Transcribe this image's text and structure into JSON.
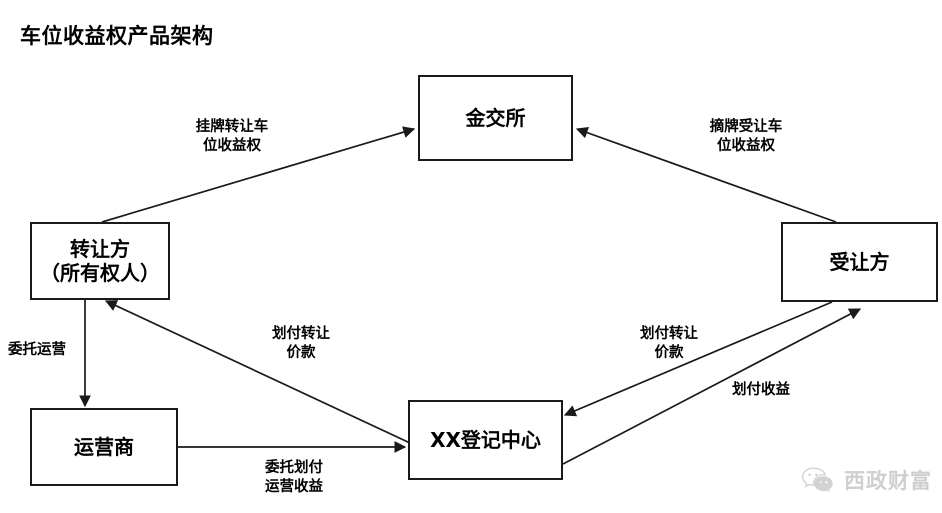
{
  "title": "车位收益权产品架构",
  "nodes": [
    {
      "id": "exchange",
      "label": "金交所"
    },
    {
      "id": "transferor",
      "label": "转让方\n（所有权人）"
    },
    {
      "id": "transferee",
      "label": "受让方"
    },
    {
      "id": "operator",
      "label": "运营商"
    },
    {
      "id": "registry",
      "label": "XX登记中心"
    }
  ],
  "edge_labels": [
    {
      "id": "listing",
      "text": "挂牌转让车\n位收益权"
    },
    {
      "id": "delisting",
      "text": "摘牌受让车\n位收益权"
    },
    {
      "id": "entrust-operate",
      "text": "委托运营"
    },
    {
      "id": "pay-price-left",
      "text": "划付转让\n价款"
    },
    {
      "id": "pay-price-right",
      "text": "划付转让\n价款"
    },
    {
      "id": "pay-income",
      "text": "划付收益"
    },
    {
      "id": "entrust-pay",
      "text": "委托划付\n运营收益"
    }
  ],
  "watermark": {
    "text": "西政财富",
    "icon": "wechat-icon",
    "color": "#cfcfcf"
  },
  "theme": {
    "stroke": "#1a1a1a",
    "background": "#ffffff",
    "text": "#000000"
  }
}
